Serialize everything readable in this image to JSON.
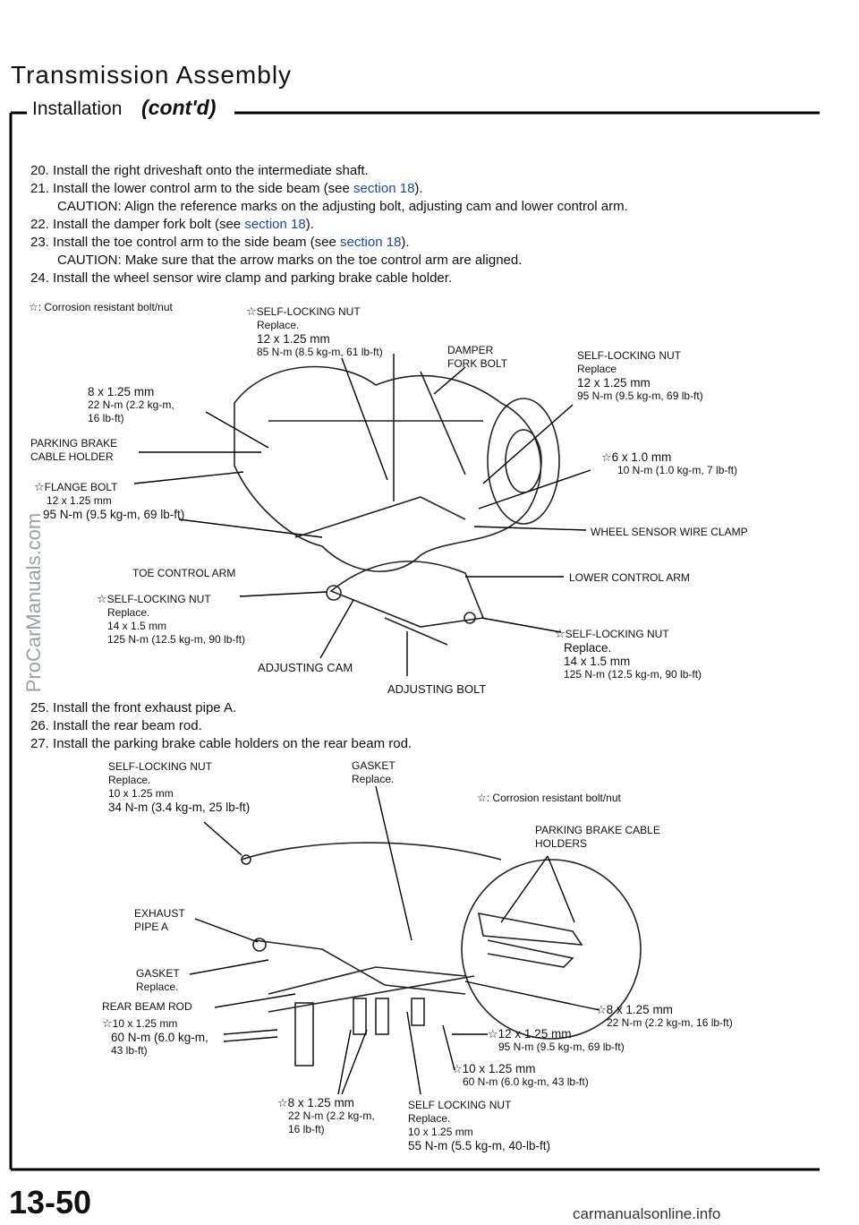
{
  "header": {
    "title": "Transmission Assembly",
    "section": "Installation",
    "contd": "(cont'd)"
  },
  "steps_a": [
    {
      "num": "20.",
      "text": "Install the right driveshaft onto the intermediate shaft."
    },
    {
      "num": "21.",
      "text": "Install the lower control arm to the side beam (see ",
      "link": "section 18",
      "after": ")."
    },
    {
      "caution": "CAUTION:  Align the reference marks on the adjusting bolt, adjusting cam and lower control arm."
    },
    {
      "num": "22.",
      "text": "Install the damper fork bolt (see ",
      "link": "section 18",
      "after": ")."
    },
    {
      "num": "23.",
      "text": "Install the toe control arm to the side beam (see ",
      "link": "section 18",
      "after": ")."
    },
    {
      "caution": "CAUTION:  Make sure that the arrow marks on the toe control arm are aligned."
    },
    {
      "num": "24.",
      "text": "Install the wheel sensor wire clamp and parking brake cable holder."
    }
  ],
  "figure1": {
    "legend": "☆: Corrosion resistant bolt/nut",
    "nut_top": {
      "name": "SELF-LOCKING NUT",
      "note": "Replace.",
      "size": "12 x 1.25 mm",
      "torque": "85 N-m (8.5 kg-m, 61 lb-ft)"
    },
    "damper": {
      "l1": "DAMPER",
      "l2": "FORK BOLT"
    },
    "nut_right": {
      "name": "SELF-LOCKING NUT",
      "note": "Replace",
      "size": "12 x 1.25 mm",
      "torque": "95 N-m (9.5 kg-m, 69 lb-ft)"
    },
    "bolt_8": {
      "size": "8 x 1.25 mm",
      "t1": "22 N-m (2.2 kg-m,",
      "t2": "16 lb-ft)"
    },
    "pbch": {
      "l1": "PARKING BRAKE",
      "l2": "CABLE HOLDER"
    },
    "bolt_6": {
      "size": "6 x 1.0 mm",
      "torque": "10 N-m (1.0 kg-m, 7 lb-ft)"
    },
    "flange": {
      "name": "FLANGE BOLT",
      "size": "12 x 1.25 mm",
      "torque": "95 N-m (9.5 kg-m, 69 lb-ft)"
    },
    "wheel_sensor": "WHEEL SENSOR WIRE CLAMP",
    "toe_arm": "TOE CONTROL ARM",
    "lower_arm": "LOWER CONTROL ARM",
    "nut_left": {
      "name": "SELF-LOCKING NUT",
      "note": "Replace.",
      "size": "14 x 1.5 mm",
      "torque": "125 N-m (12.5 kg-m, 90 lb-ft)"
    },
    "nut_lr": {
      "name": "SELF-LOCKING NUT",
      "note": "Replace.",
      "size": "14 x 1.5 mm",
      "torque": "125 N-m (12.5 kg-m, 90 lb-ft)"
    },
    "adj_cam": "ADJUSTING CAM",
    "adj_bolt": "ADJUSTING BOLT"
  },
  "steps_b": [
    {
      "num": "25.",
      "text": "Install the front exhaust pipe A."
    },
    {
      "num": "26.",
      "text": "Install the rear beam rod."
    },
    {
      "num": "27.",
      "text": "Install the parking brake cable holders on the rear beam rod."
    }
  ],
  "figure2": {
    "nut": {
      "name": "SELF-LOCKING NUT",
      "note": "Replace.",
      "size": "10 x 1.25 mm",
      "torque": "34 N-m (3.4 kg-m, 25 lb-ft)"
    },
    "gasket_top": {
      "name": "GASKET",
      "note": "Replace."
    },
    "legend": "☆: Corrosion resistant bolt/nut",
    "pbch": {
      "l1": "PARKING BRAKE CABLE",
      "l2": "HOLDERS"
    },
    "exhaust": {
      "l1": "EXHAUST",
      "l2": "PIPE A"
    },
    "gasket_left": {
      "name": "GASKET",
      "note": "Replace."
    },
    "rear_rod": "REAR BEAM ROD",
    "bolt_10_left": {
      "size": "10 x 1.25 mm",
      "t1": "60 N-m (6.0 kg-m,",
      "t2": "43 lb-ft)"
    },
    "bolt_8_right": {
      "size": "8 x 1.25 mm",
      "torque": "22 N-m (2.2 kg-m, 16 lb-ft)"
    },
    "bolt_12": {
      "size": "12 x 1.25 mm",
      "torque": "95 N-m (9.5 kg-m, 69 lb-ft)"
    },
    "bolt_10_right": {
      "size": "10 x 1.25 mm",
      "torque": "60 N-m (6.0 kg-m, 43 lb-ft)"
    },
    "bolt_8_bottom": {
      "size": "8 x 1.25 mm",
      "t1": "22 N-m (2.2 kg-m,",
      "t2": "16 lb-ft)"
    },
    "self_locking": {
      "name": "SELF LOCKING NUT",
      "note": "Replace.",
      "size": "10 x 1.25 mm",
      "torque": "55 N-m (5.5 kg-m, 40-lb-ft)"
    }
  },
  "footer": {
    "page": "13-50",
    "site": "carmanualsonline.info",
    "watermark": "ProCarManuals.com"
  }
}
